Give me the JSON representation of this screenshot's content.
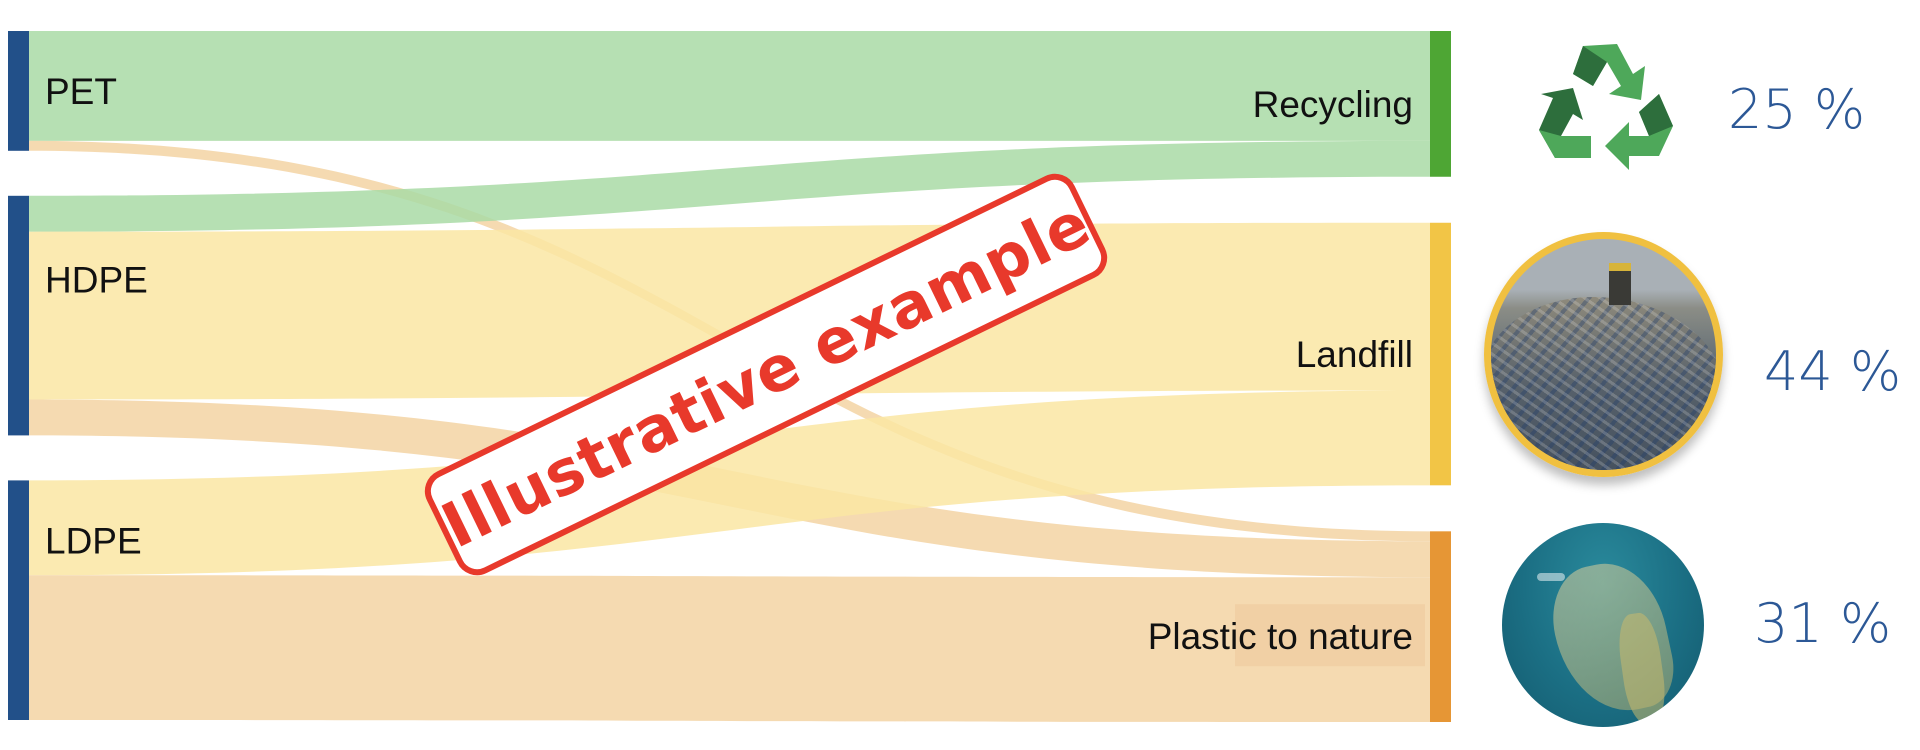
{
  "chart_data": {
    "type": "sankey",
    "title": "",
    "sources": [
      {
        "name": "PET",
        "color": "#225089"
      },
      {
        "name": "HDPE",
        "color": "#225089"
      },
      {
        "name": "LDPE",
        "color": "#225089"
      }
    ],
    "targets": [
      {
        "name": "Recycling",
        "color": "#4ea634",
        "link_color": "#a9dba6",
        "share_label": "25 %",
        "share": 25
      },
      {
        "name": "Landfill",
        "color": "#f2c546",
        "link_color": "#fae6a3",
        "share_label": "44 %",
        "share": 44
      },
      {
        "name": "Plastic to nature",
        "color": "#e69635",
        "link_color": "#f3d3a3",
        "share_label": "31 %",
        "share": 31
      }
    ],
    "links": [
      {
        "source": "PET",
        "target": "Recycling",
        "value": 11.0
      },
      {
        "source": "PET",
        "target": "Plastic to nature",
        "value": 1.0
      },
      {
        "source": "HDPE",
        "target": "Recycling",
        "value": 3.6
      },
      {
        "source": "HDPE",
        "target": "Landfill",
        "value": 16.8
      },
      {
        "source": "HDPE",
        "target": "Plastic to nature",
        "value": 3.6
      },
      {
        "source": "LDPE",
        "target": "Landfill",
        "value": 9.5
      },
      {
        "source": "LDPE",
        "target": "Plastic to nature",
        "value": 14.5
      }
    ],
    "source_link_order": {
      "PET": [
        "Recycling",
        "Plastic to nature"
      ],
      "HDPE": [
        "Recycling",
        "Landfill",
        "Plastic to nature"
      ],
      "LDPE": [
        "Landfill",
        "Plastic to nature"
      ]
    },
    "target_link_order": {
      "Recycling": [
        "PET",
        "HDPE"
      ],
      "Landfill": [
        "HDPE",
        "LDPE"
      ],
      "Plastic to nature": [
        "PET",
        "HDPE",
        "LDPE"
      ]
    }
  },
  "watermark": {
    "text": "Illustrative example",
    "color": "#e8392b"
  },
  "legend": {
    "recycling": {
      "icon": "recycle-icon",
      "percent": "25 %"
    },
    "landfill": {
      "icon": "landfill-photo",
      "percent": "44 %"
    },
    "nature": {
      "icon": "ocean-plastic-photo",
      "percent": "31 %"
    }
  }
}
